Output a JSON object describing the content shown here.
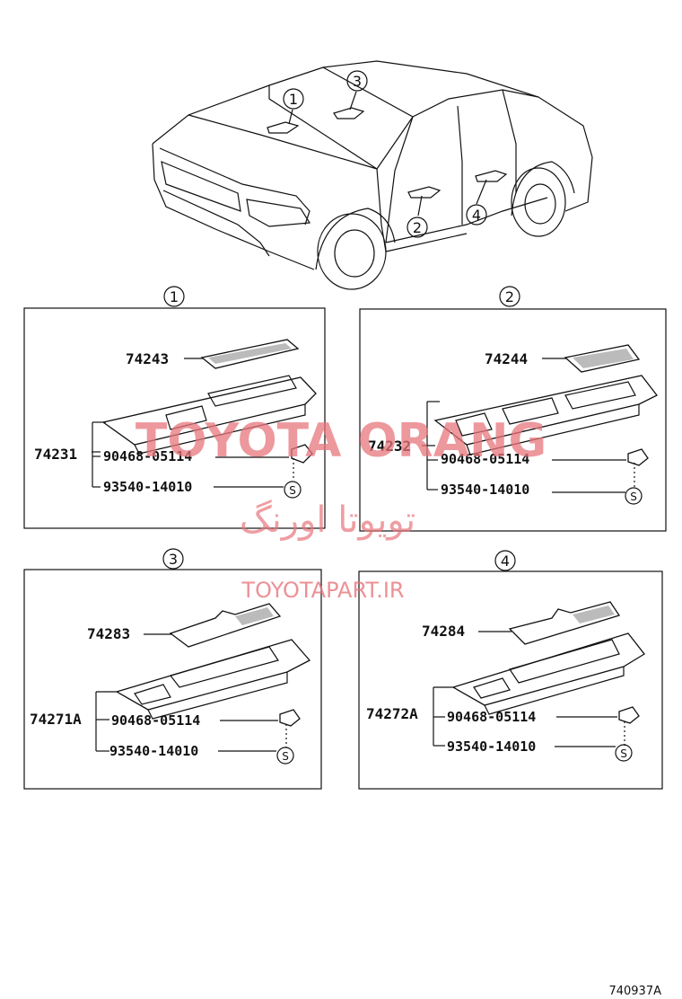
{
  "diagram_code": "740937A",
  "watermark": {
    "brand": "TOYOTA ORANG",
    "brand_fa": "تویوتا اورنگ",
    "website": "TOYOTAPART.IR"
  },
  "overview_callouts": [
    "1",
    "2",
    "3",
    "4"
  ],
  "panels": [
    {
      "number": "1",
      "cover": "74243",
      "base": "74231",
      "clip": "90468-05114",
      "screw": "93540-14010",
      "screw_symbol": "S"
    },
    {
      "number": "2",
      "cover": "74244",
      "base": "74232",
      "clip": "90468-05114",
      "screw": "93540-14010",
      "screw_symbol": "S"
    },
    {
      "number": "3",
      "cover": "74283",
      "base": "74271A",
      "clip": "90468-05114",
      "screw": "93540-14010",
      "screw_symbol": "S"
    },
    {
      "number": "4",
      "cover": "74284",
      "base": "74272A",
      "clip": "90468-05114",
      "screw": "93540-14010",
      "screw_symbol": "S"
    }
  ]
}
